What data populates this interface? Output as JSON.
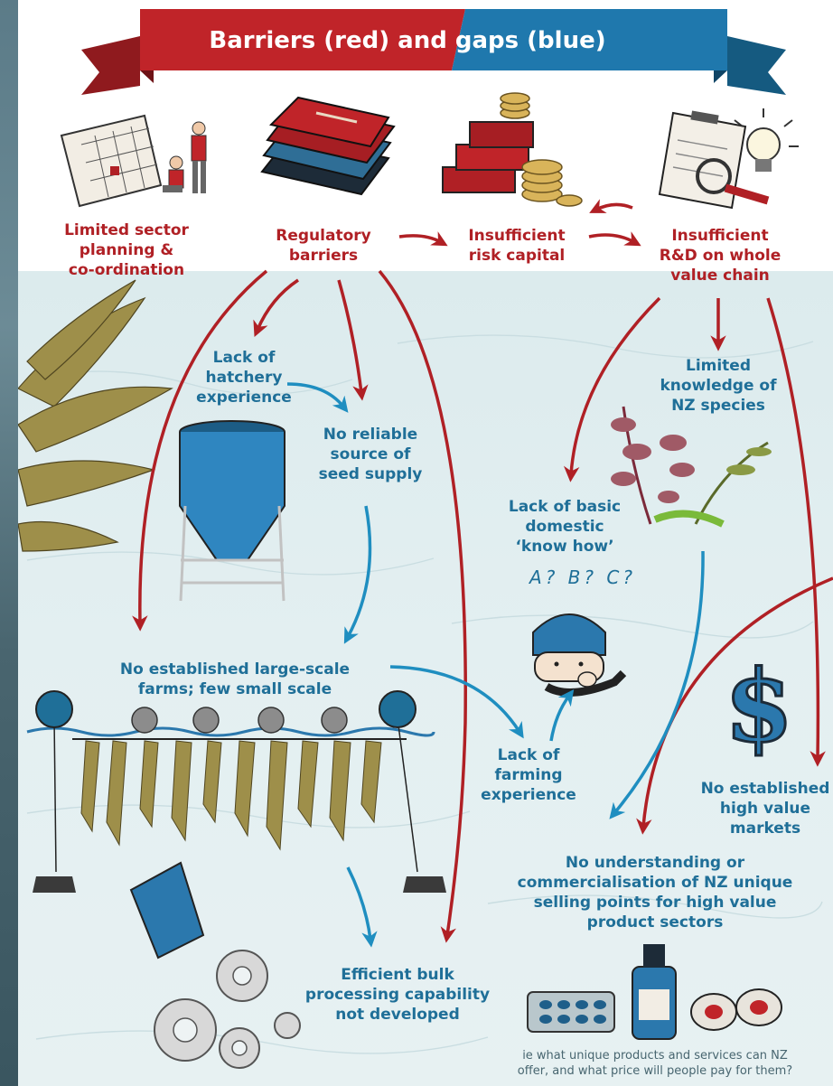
{
  "title": "Barriers (red) and gaps (blue)",
  "colors": {
    "barrier": "#b02025",
    "gap": "#1f6f98"
  },
  "barriers": {
    "planning": [
      "Limited sector",
      "planning &",
      "co-ordination"
    ],
    "regulatory": [
      "Regulatory",
      "barriers"
    ],
    "risk_capital": [
      "Insufficient",
      "risk capital"
    ],
    "rnd": [
      "Insufficient",
      "R&D on whole",
      "value chain"
    ]
  },
  "gaps": {
    "hatchery": [
      "Lack of",
      "hatchery",
      "experience"
    ],
    "seed": [
      "No reliable",
      "source of",
      "seed supply"
    ],
    "nz_species": [
      "Limited",
      "knowledge of",
      "NZ species"
    ],
    "know_how": [
      "Lack of basic",
      "domestic",
      "‘know how’"
    ],
    "question_marks": "A? B? C?",
    "farms": [
      "No established large-scale",
      "farms; few small scale"
    ],
    "farming_exp": [
      "Lack of",
      "farming",
      "experience"
    ],
    "markets": [
      "No established",
      "high value",
      "markets"
    ],
    "usp": [
      "No understanding or",
      "commercialisation of NZ unique",
      "selling points for high value",
      "product sectors"
    ],
    "processing": [
      "Efficient bulk",
      "processing capability",
      "not developed"
    ]
  },
  "footnote": [
    "ie what unique products and services can NZ",
    "offer, and what price will people pay for them?"
  ]
}
